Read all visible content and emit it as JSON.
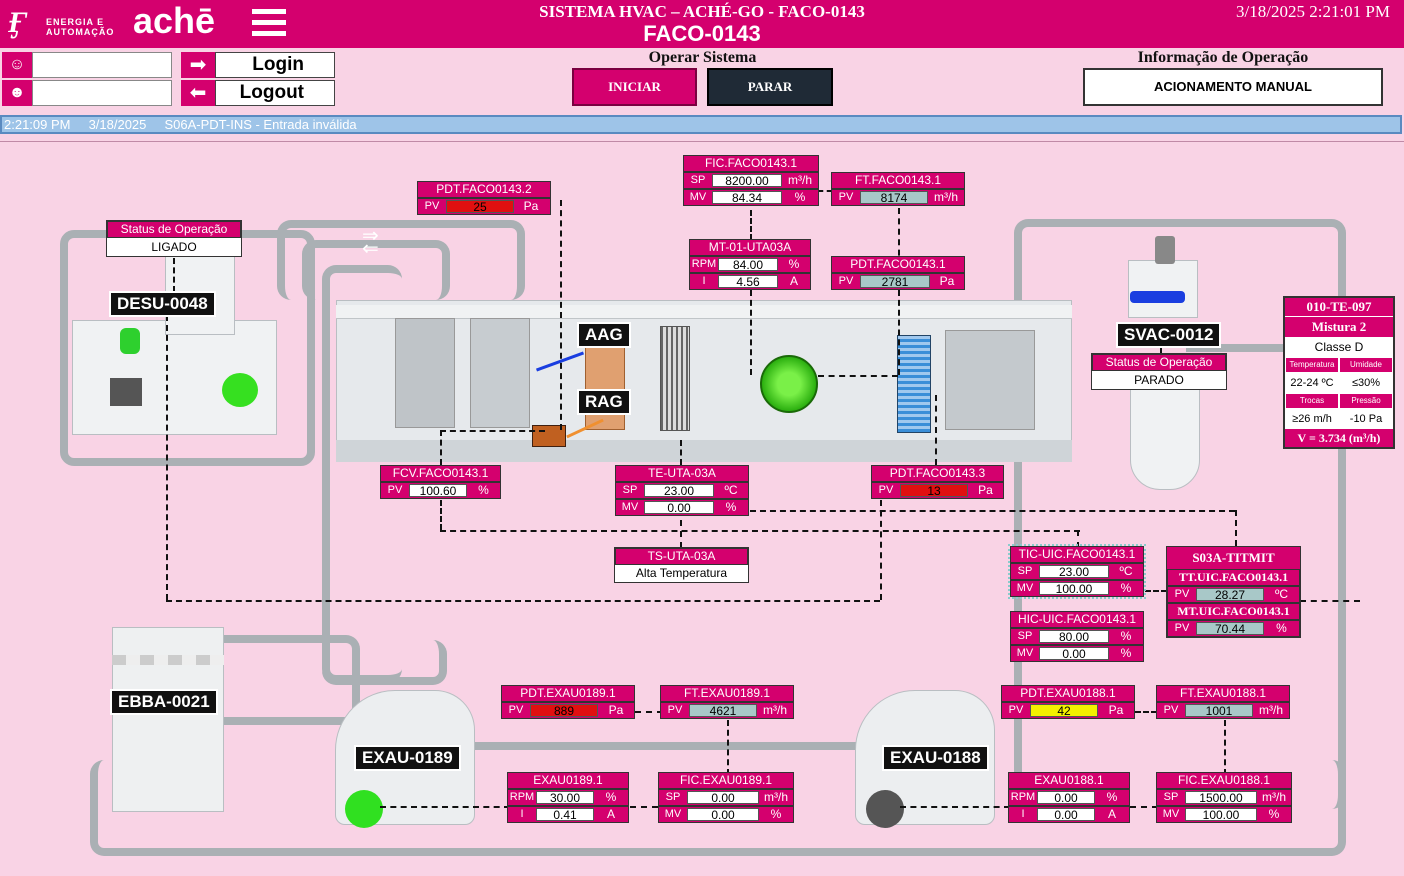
{
  "header": {
    "logo_text": "achē",
    "logo_sub_line1": "ENERGIA E",
    "logo_sub_line2": "AUTOMAÇÃO",
    "system_title": "SISTEMA HVAC – ACHÉ-GO - FACO-0143",
    "tag_title": "FACO-0143",
    "datetime": "3/18/2025 2:21:01 PM"
  },
  "login": {
    "login_label": "Login",
    "logout_label": "Logout",
    "user_value": "",
    "group_value": ""
  },
  "operate": {
    "title": "Operar Sistema",
    "start_label": "INICIAR",
    "stop_label": "PARAR"
  },
  "operation_info": {
    "title": "Informação de Operação",
    "value": "ACIONAMENTO MANUAL"
  },
  "alarm_bar": {
    "time": "2:21:09 PM",
    "date": "3/18/2025",
    "message": "S06A-PDT-INS - Entrada inválida"
  },
  "equipment": {
    "desu": "DESU-0048",
    "svac": "SVAC-0012",
    "ebba": "EBBA-0021",
    "exau189": "EXAU-0189",
    "exau188": "EXAU-0188",
    "aag": "AAG",
    "rag": "RAG"
  },
  "desu_status": {
    "title": "Status de Operação",
    "value": "LIGADO"
  },
  "svac_status": {
    "title": "Status de Operação",
    "value": "PARADO"
  },
  "pdt_faco2": {
    "title": "PDT.FACO0143.2",
    "pv": "25",
    "unit": "Pa"
  },
  "fic_faco": {
    "title": "FIC.FACO0143.1",
    "sp": "8200.00",
    "sp_unit": "m³/h",
    "mv": "84.34",
    "mv_unit": "%"
  },
  "ft_faco": {
    "title": "FT.FACO0143.1",
    "pv": "8174",
    "unit": "m³/h"
  },
  "mt_uta": {
    "title": "MT-01-UTA03A",
    "rpm": "84.00",
    "rpm_unit": "%",
    "i": "4.56",
    "i_unit": "A"
  },
  "pdt_faco1": {
    "title": "PDT.FACO0143.1",
    "pv": "2781",
    "unit": "Pa"
  },
  "fcv_faco": {
    "title": "FCV.FACO0143.1",
    "pv": "100.60",
    "unit": "%"
  },
  "te_uta": {
    "title": "TE-UTA-03A",
    "sp": "23.00",
    "sp_unit": "ºC",
    "mv": "0.00",
    "mv_unit": "%"
  },
  "pdt_faco3": {
    "title": "PDT.FACO0143.3",
    "pv": "13",
    "unit": "Pa"
  },
  "ts_uta": {
    "title": "TS-UTA-03A",
    "value": "Alta Temperatura"
  },
  "tic_uic": {
    "title": "TIC-UIC.FACO0143.1",
    "sp": "23.00",
    "sp_unit": "ºC",
    "mv": "100.00",
    "mv_unit": "%"
  },
  "hic_uic": {
    "title": "HIC-UIC.FACO0143.1",
    "sp": "80.00",
    "sp_unit": "%",
    "mv": "0.00",
    "mv_unit": "%"
  },
  "s03a": {
    "title": "S03A-TITMIT",
    "tt_title": "TT.UIC.FACO0143.1",
    "tt_pv": "28.27",
    "tt_unit": "ºC",
    "mt_title": "MT.UIC.FACO0143.1",
    "mt_pv": "70.44",
    "mt_unit": "%"
  },
  "room": {
    "id": "010-TE-097",
    "mix": "Mistura 2",
    "class": "Classe D",
    "temp_label": "Temperatura",
    "temp_value": "22-24 ºC",
    "hum_label": "Umidade",
    "hum_value": "≤30%",
    "trocas_label": "Trocas",
    "trocas_value": "≥26 m/h",
    "press_label": "Pressão",
    "press_value": "-10 Pa",
    "volume": "V = 3.734 (m³/h)"
  },
  "pdt_exau189": {
    "title": "PDT.EXAU0189.1",
    "pv": "889",
    "unit": "Pa"
  },
  "ft_exau189": {
    "title": "FT.EXAU0189.1",
    "pv": "4621",
    "unit": "m³/h"
  },
  "exau189_motor": {
    "title": "EXAU0189.1",
    "rpm": "30.00",
    "rpm_unit": "%",
    "i": "0.41",
    "i_unit": "A"
  },
  "fic_exau189": {
    "title": "FIC.EXAU0189.1",
    "sp": "0.00",
    "sp_unit": "m³/h",
    "mv": "0.00",
    "mv_unit": "%"
  },
  "pdt_exau188": {
    "title": "PDT.EXAU0188.1",
    "pv": "42",
    "unit": "Pa"
  },
  "ft_exau188": {
    "title": "FT.EXAU0188.1",
    "pv": "1001",
    "unit": "m³/h"
  },
  "exau188_motor": {
    "title": "EXAU0188.1",
    "rpm": "0.00",
    "rpm_unit": "%",
    "i": "0.00",
    "i_unit": "A"
  },
  "fic_exau188": {
    "title": "FIC.EXAU0188.1",
    "sp": "1500.00",
    "sp_unit": "m³/h",
    "mv": "100.00",
    "mv_unit": "%"
  },
  "keys": {
    "pv": "PV",
    "sp": "SP",
    "mv": "MV",
    "rpm": "RPM",
    "i": "I"
  },
  "colors": {
    "brand": "#d4006e",
    "alarm_red": "#e01010",
    "warn_yellow": "#f4f000",
    "normal_grey": "#a8c8c8"
  }
}
